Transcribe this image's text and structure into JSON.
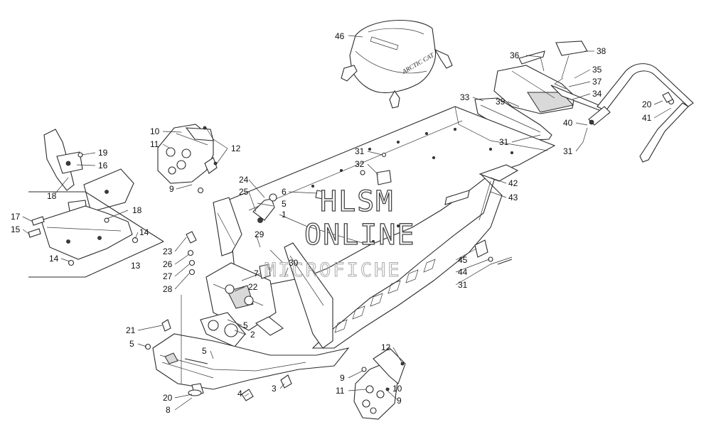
{
  "watermark": {
    "line1": "HLSM",
    "line2": "ONLINE",
    "line3": "MICROFICHE"
  },
  "seat_logo": "ARCTIC CAT",
  "callouts": [
    {
      "id": "c46",
      "label": "46"
    },
    {
      "id": "c36",
      "label": "36"
    },
    {
      "id": "c38",
      "label": "38"
    },
    {
      "id": "c35",
      "label": "35"
    },
    {
      "id": "c37",
      "label": "37"
    },
    {
      "id": "c34",
      "label": "34"
    },
    {
      "id": "c33",
      "label": "33"
    },
    {
      "id": "c39",
      "label": "39"
    },
    {
      "id": "c20a",
      "label": "20"
    },
    {
      "id": "c41",
      "label": "41"
    },
    {
      "id": "c40",
      "label": "40"
    },
    {
      "id": "c31a",
      "label": "31"
    },
    {
      "id": "c31b",
      "label": "31"
    },
    {
      "id": "c31c",
      "label": "31"
    },
    {
      "id": "c32",
      "label": "32"
    },
    {
      "id": "c42",
      "label": "42"
    },
    {
      "id": "c43",
      "label": "43"
    },
    {
      "id": "c10a",
      "label": "10"
    },
    {
      "id": "c11a",
      "label": "11"
    },
    {
      "id": "c12a",
      "label": "12"
    },
    {
      "id": "c9a",
      "label": "9"
    },
    {
      "id": "c19",
      "label": "19"
    },
    {
      "id": "c16",
      "label": "16"
    },
    {
      "id": "c18a",
      "label": "18"
    },
    {
      "id": "c18b",
      "label": "18"
    },
    {
      "id": "c17",
      "label": "17"
    },
    {
      "id": "c15",
      "label": "15"
    },
    {
      "id": "c14a",
      "label": "14"
    },
    {
      "id": "c14b",
      "label": "14"
    },
    {
      "id": "c13",
      "label": "13"
    },
    {
      "id": "c24",
      "label": "24"
    },
    {
      "id": "c25",
      "label": "25"
    },
    {
      "id": "c6",
      "label": "6"
    },
    {
      "id": "c5a",
      "label": "5"
    },
    {
      "id": "c1",
      "label": "1"
    },
    {
      "id": "c29",
      "label": "29"
    },
    {
      "id": "c30",
      "label": "30"
    },
    {
      "id": "c23",
      "label": "23"
    },
    {
      "id": "c26",
      "label": "26"
    },
    {
      "id": "c27",
      "label": "27"
    },
    {
      "id": "c28",
      "label": "28"
    },
    {
      "id": "c7",
      "label": "7"
    },
    {
      "id": "c22",
      "label": "22"
    },
    {
      "id": "c5b",
      "label": "5"
    },
    {
      "id": "c2",
      "label": "2"
    },
    {
      "id": "c21",
      "label": "21"
    },
    {
      "id": "c5c",
      "label": "5"
    },
    {
      "id": "c5d",
      "label": "5"
    },
    {
      "id": "c45",
      "label": "45"
    },
    {
      "id": "c44",
      "label": "44"
    },
    {
      "id": "c31d",
      "label": "31"
    },
    {
      "id": "c12b",
      "label": "12"
    },
    {
      "id": "c9b",
      "label": "9"
    },
    {
      "id": "c11b",
      "label": "11"
    },
    {
      "id": "c10b",
      "label": "10"
    },
    {
      "id": "c9c",
      "label": "9"
    },
    {
      "id": "c4",
      "label": "4"
    },
    {
      "id": "c3",
      "label": "3"
    },
    {
      "id": "c20b",
      "label": "20"
    },
    {
      "id": "c8",
      "label": "8"
    }
  ]
}
